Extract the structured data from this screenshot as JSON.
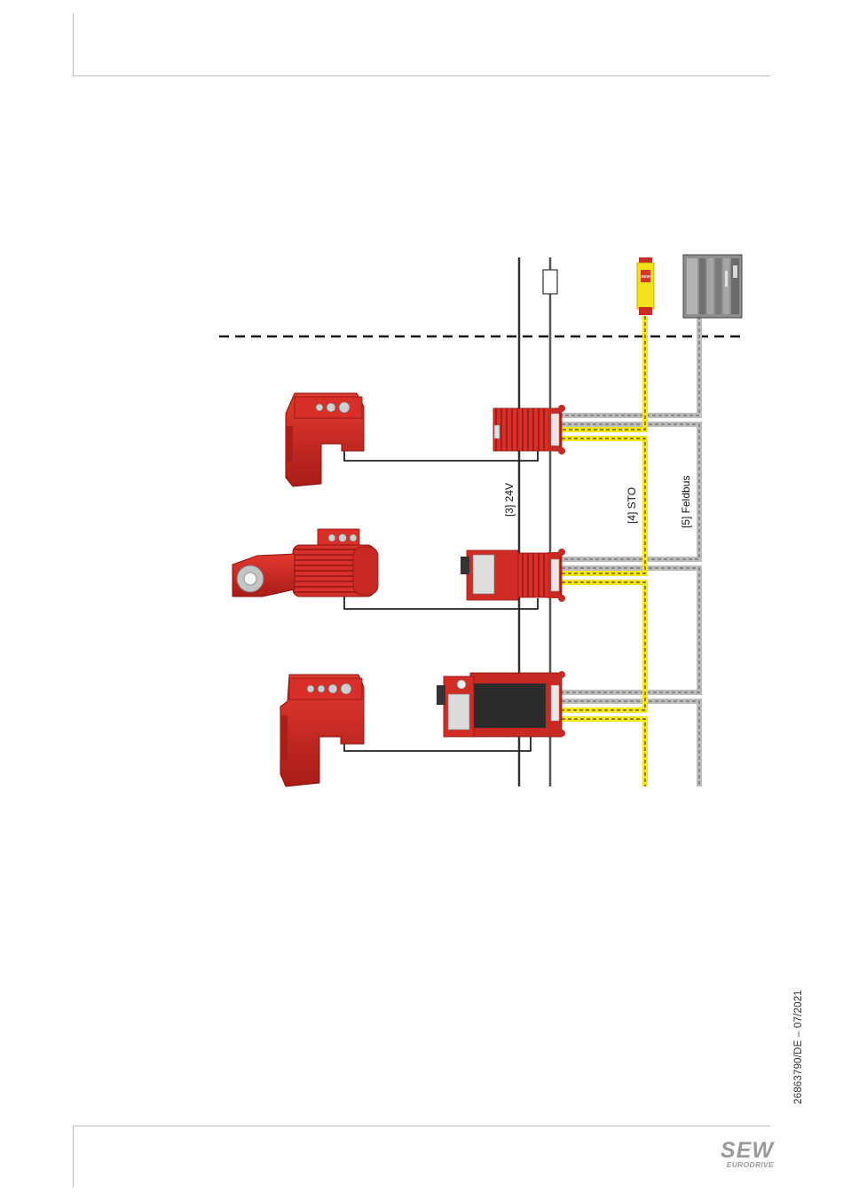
{
  "labels": {
    "supply_24v": "[3] 24V",
    "sto": "[4] STO",
    "fieldbus": "[5] Feldbus"
  },
  "safety_module_text": "SEW",
  "footer": {
    "doc_code": "26863790/DE – 07/2021",
    "logo_line1": "SEW",
    "logo_line2": "EURODRIVE"
  },
  "colors": {
    "motor_red": "#d42a24",
    "sto_yellow": "#f5e61c",
    "bus_gray": "#b5b5b5",
    "line_dark": "#333333"
  }
}
